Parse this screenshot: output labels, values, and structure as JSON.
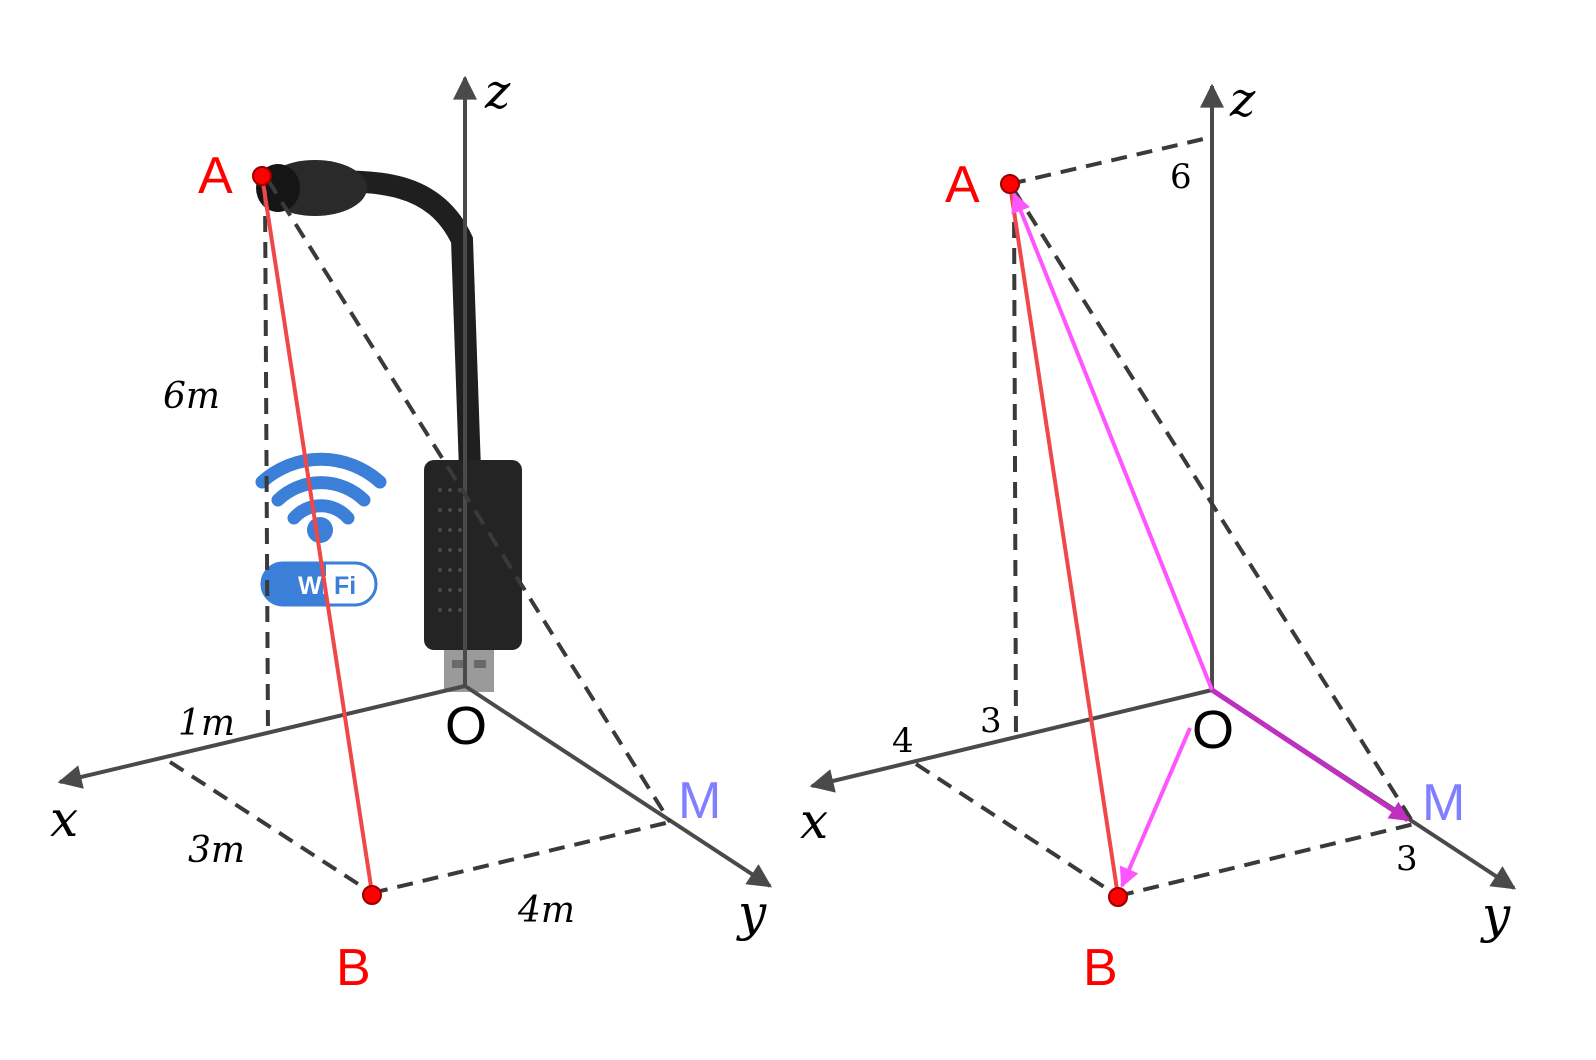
{
  "left_figure": {
    "axes": {
      "x": "x",
      "y": "y",
      "z": "z"
    },
    "origin": "O",
    "points": {
      "A": "A",
      "B": "B",
      "M": "M"
    },
    "measures": {
      "height": "6m",
      "x_offset": "1m",
      "bx": "3m",
      "by": "4m"
    },
    "wifi_logo": {
      "left": "Wi",
      "right": "Fi"
    },
    "colors": {
      "point": "#ff0000",
      "segment": "#f04848",
      "M": "#8080ff",
      "axis": "#4a4a4a"
    }
  },
  "right_figure": {
    "axes": {
      "x": "x",
      "y": "y",
      "z": "z"
    },
    "origin": "O",
    "points": {
      "A": "A",
      "B": "B",
      "M": "M"
    },
    "ticks": {
      "z": "6",
      "x_near": "3",
      "x_far": "4",
      "y": "3"
    },
    "colors": {
      "point": "#ff0000",
      "segment": "#f04848",
      "vector": "#ff55ff",
      "M": "#8080ff",
      "axis": "#4a4a4a"
    }
  }
}
